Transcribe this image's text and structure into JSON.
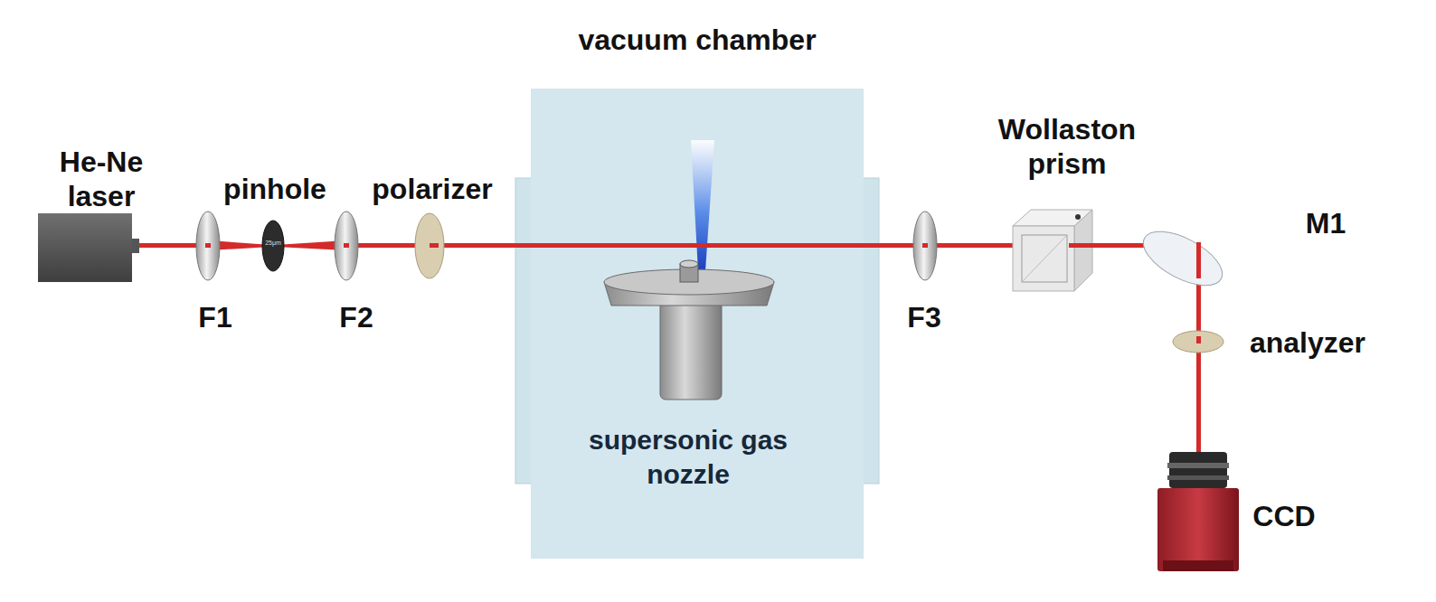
{
  "diagram": {
    "nodes": [
      {
        "text": [
          "vacuum chamber",
          "supersonic gas nozzle"
        ]
      }
    ],
    "labels": [
      "He-Ne laser",
      "pinhole",
      "25μm",
      "polarizer",
      "F1",
      "F2",
      "F3",
      "Wollaston prism",
      "M1",
      "analyzer",
      "CCD"
    ]
  }
}
